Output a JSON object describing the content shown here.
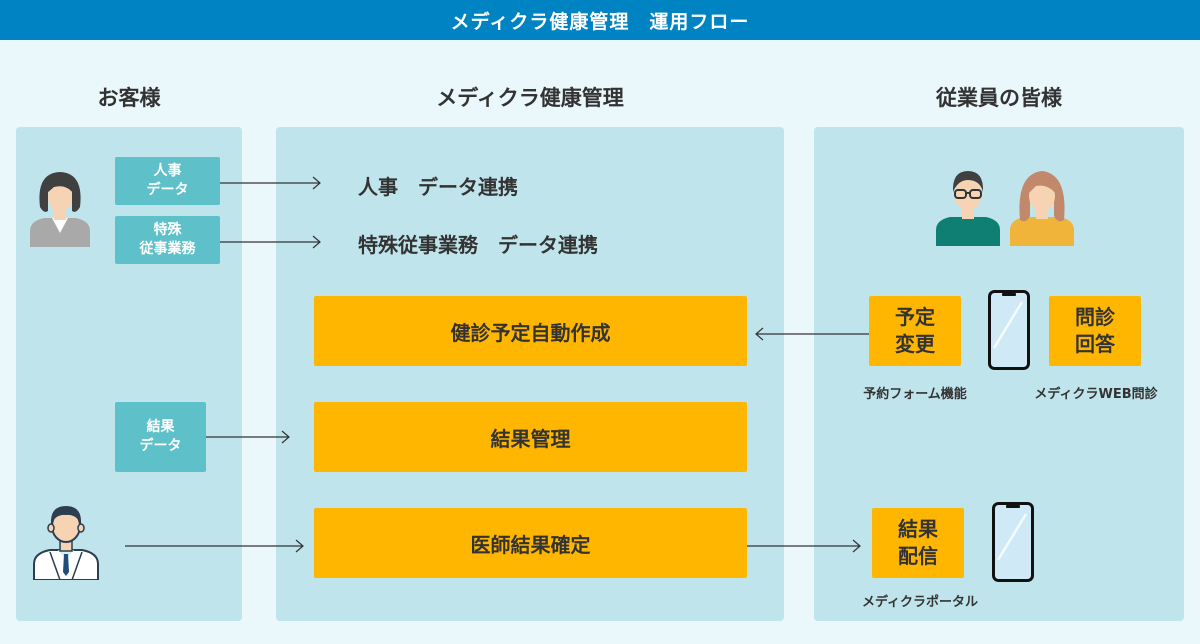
{
  "header": {
    "title": "メディクラ健康管理　運用フロー"
  },
  "columns": {
    "customer": "お客様",
    "service": "メディクラ健康管理",
    "employees": "従業員の皆様"
  },
  "customer": {
    "hr_data": [
      "人事",
      "データ"
    ],
    "special_data": [
      "特殊",
      "従事業務"
    ],
    "result_data": [
      "結果",
      "データ"
    ]
  },
  "service": {
    "hr_link": "人事　データ連携",
    "special_link": "特殊従事業務　データ連携",
    "auto_schedule": "健診予定自動作成",
    "result_manage": "結果管理",
    "doctor_confirm": "医師結果確定"
  },
  "employees": {
    "schedule_change": [
      "予定",
      "変更"
    ],
    "questionnaire": [
      "問診",
      "回答"
    ],
    "result_delivery": [
      "結果",
      "配信"
    ],
    "caption_form": "予約フォーム機能",
    "caption_web": "メディクラWEB問診",
    "caption_portal": "メディクラポータル"
  },
  "colors": {
    "header": "#0083c2",
    "panel": "#bfe4ec",
    "teal": "#5ec1c9",
    "orange": "#ffb600",
    "background": "#eaf7fb"
  },
  "icons": [
    "woman-avatar-icon",
    "doctor-avatar-icon",
    "man-glasses-avatar-icon",
    "woman-avatar-icon",
    "smartphone-icon"
  ]
}
